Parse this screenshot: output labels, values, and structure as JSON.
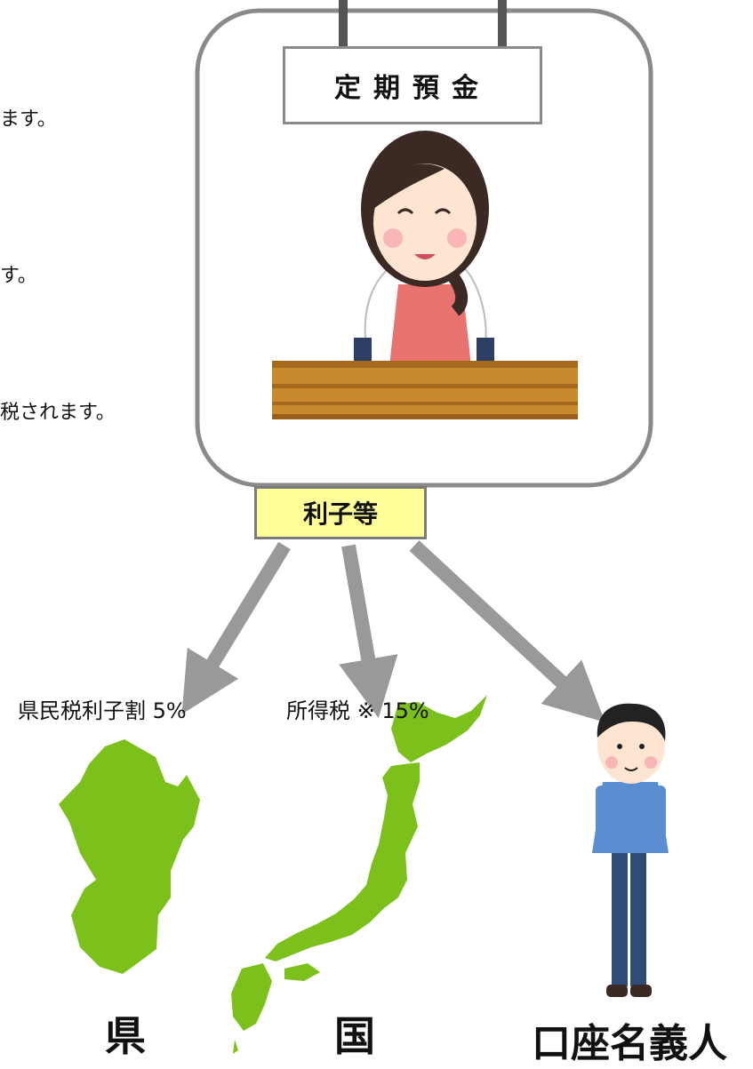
{
  "left_text": {
    "line1": "ます。",
    "line2": "す。",
    "line3": "税されます。"
  },
  "counter": {
    "sign_label": "定期預金"
  },
  "flow": {
    "interest_label": "利子等"
  },
  "rates": {
    "prefecture": "県民税利子割 5%",
    "national": "所得税 ※ 15%"
  },
  "recipients": {
    "prefecture": "県",
    "national": "国",
    "account_holder": "口座名義人"
  },
  "colors": {
    "map_green": "#7cc11b",
    "arrow_gray": "#999999",
    "box_border": "#7b7b7b",
    "label_fill": "#ffff99"
  }
}
